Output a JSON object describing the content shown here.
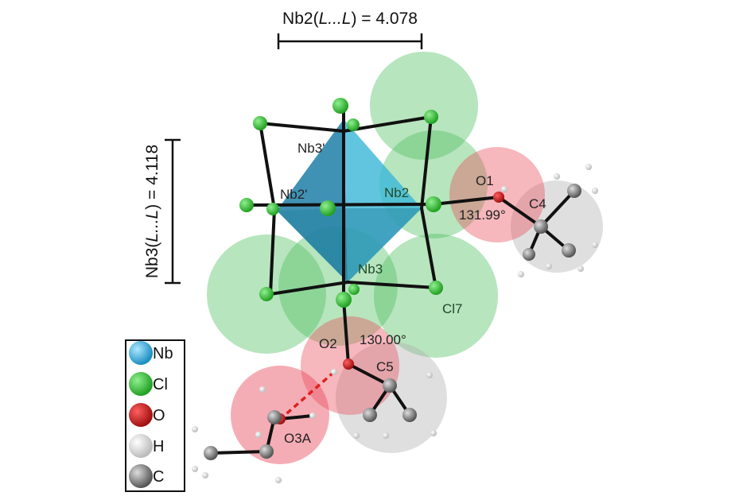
{
  "scale_top": {
    "prefix": "Nb2(",
    "italic": "L...L",
    "suffix": ") = 4.078"
  },
  "scale_left": {
    "prefix": "Nb3(",
    "italic": "L...L",
    "suffix": ") = 4.118"
  },
  "atom_labels": {
    "nb3p": "Nb3'",
    "nb2p": "Nb2'",
    "nb2": "Nb2",
    "nb3": "Nb3",
    "o1": "O1",
    "c4": "C4",
    "o2": "O2",
    "c5": "C5",
    "o3a": "O3A",
    "cl7": "Cl7"
  },
  "angles": {
    "a1": "131.99°",
    "a2": "130.00°"
  },
  "legend": [
    {
      "label": "Nb",
      "color": "#3bb6e6"
    },
    {
      "label": "Cl",
      "color": "#3fbf3f"
    },
    {
      "label": "O",
      "color": "#d42020"
    },
    {
      "label": "H",
      "color": "#f2f2f2"
    },
    {
      "label": "C",
      "color": "#808080"
    }
  ]
}
